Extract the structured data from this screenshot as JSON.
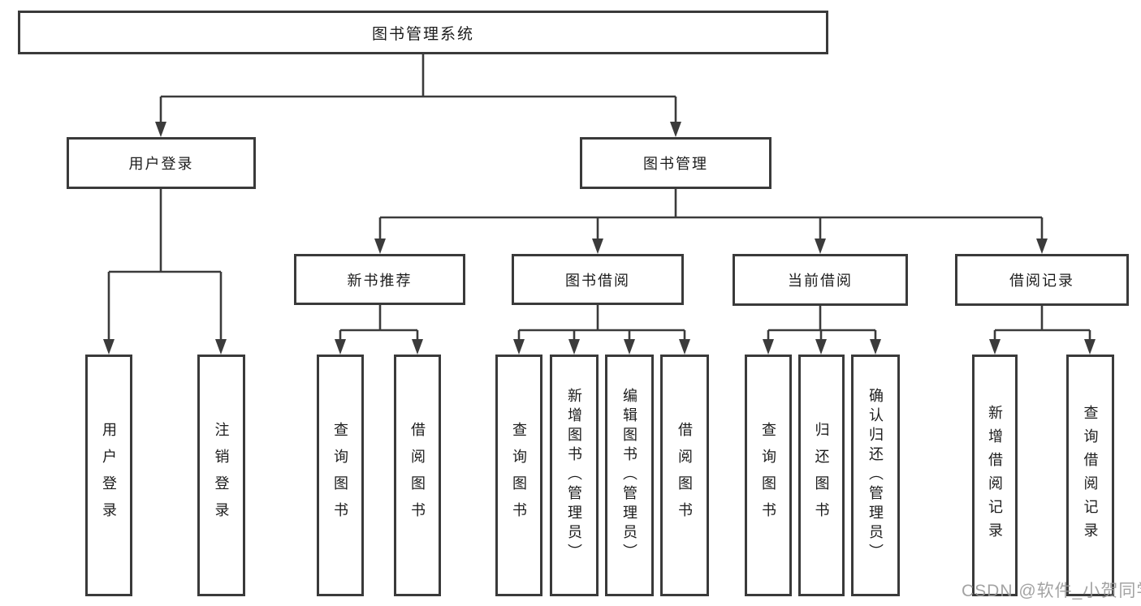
{
  "diagram_type": "hierarchy-tree",
  "tree": {
    "label": "图书管理系统",
    "children": [
      {
        "label": "用户登录",
        "children": [
          {
            "label": "用户登录"
          },
          {
            "label": "注销登录"
          }
        ]
      },
      {
        "label": "图书管理",
        "children": [
          {
            "label": "新书推荐",
            "children": [
              {
                "label": "查询图书"
              },
              {
                "label": "借阅图书"
              }
            ]
          },
          {
            "label": "图书借阅",
            "children": [
              {
                "label": "查询图书"
              },
              {
                "label": "新增图书（管理员）"
              },
              {
                "label": "编辑图书（管理员）"
              },
              {
                "label": "借阅图书"
              }
            ]
          },
          {
            "label": "当前借阅",
            "children": [
              {
                "label": "查询图书"
              },
              {
                "label": "归还图书"
              },
              {
                "label": "确认归还（管理员）"
              }
            ]
          },
          {
            "label": "借阅记录",
            "children": [
              {
                "label": "新增借阅记录"
              },
              {
                "label": "查询借阅记录"
              }
            ]
          }
        ]
      }
    ]
  },
  "colors": {
    "line": "#3b3b3b",
    "box_border": "#3a3a3a",
    "text": "#1c1c1c",
    "watermark": "#969696"
  },
  "watermark": "CSDN @软件_小贺同学"
}
